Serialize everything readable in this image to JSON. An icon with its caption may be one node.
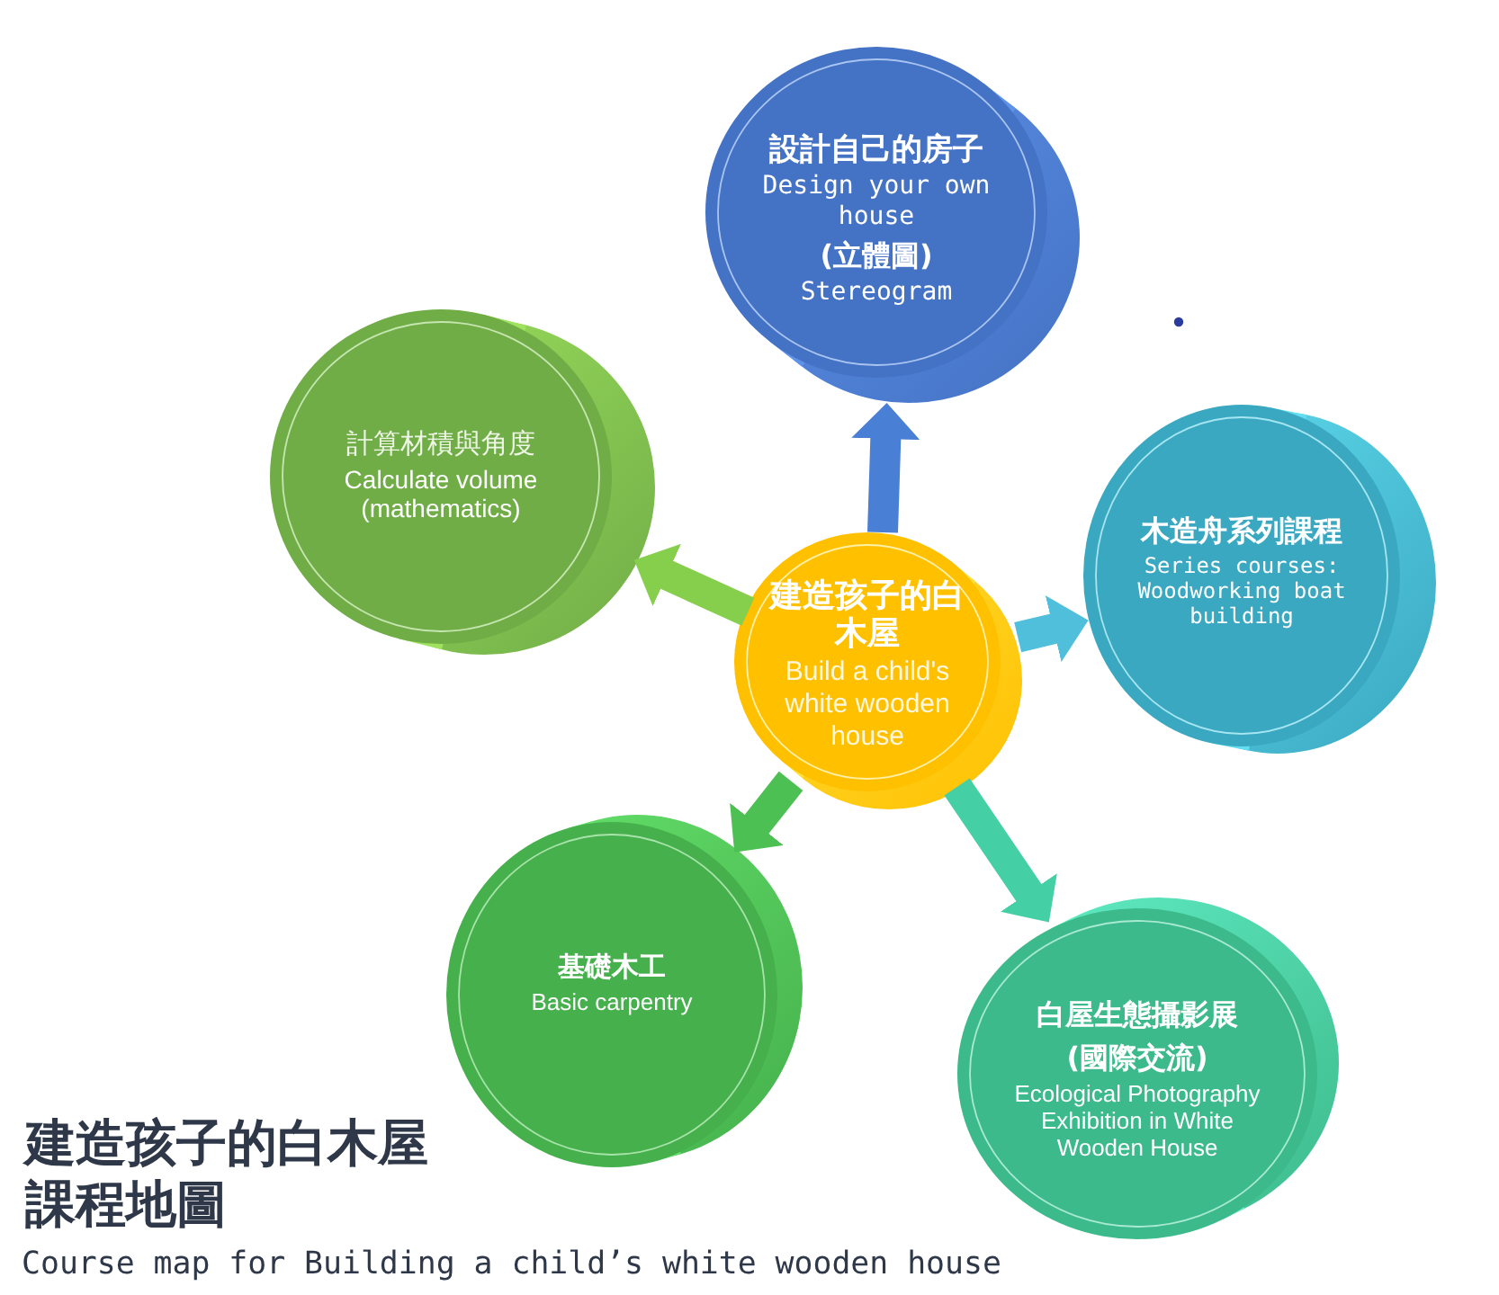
{
  "diagram": {
    "title": "建造孩子的白木屋課程地圖",
    "caption": "Course map for Building a child’s white wooden house",
    "nodes": [
      {
        "text": [
          "建造孩子的白木屋",
          "Build a child's white wooden house"
        ]
      },
      {
        "text": [
          "設計自己的房子",
          "Design your own house",
          "(立體圖)",
          "Stereogram"
        ]
      },
      {
        "text": [
          "木造舟系列課程",
          "Series courses: Woodworking boat building"
        ]
      },
      {
        "text": [
          "白屋生態攝影展",
          "(國際交流)",
          "Ecological Photography Exhibition in White Wooden House"
        ]
      },
      {
        "text": [
          "基礎木工",
          "Basic carpentry"
        ]
      },
      {
        "text": [
          "計算材積與角度",
          "Calculate volume (mathematics)"
        ]
      }
    ],
    "edges": [
      {
        "from": 0,
        "to": 1,
        "arrow": "to",
        "color": "#4a7fd6"
      },
      {
        "from": 0,
        "to": 2,
        "arrow": "to",
        "color": "#4fbfdc"
      },
      {
        "from": 0,
        "to": 3,
        "arrow": "to",
        "color": "#45cfa4"
      },
      {
        "from": 0,
        "to": 4,
        "arrow": "to",
        "color": "#4cc052"
      },
      {
        "from": 0,
        "to": 5,
        "arrow": "to",
        "color": "#86cf4c"
      }
    ]
  }
}
